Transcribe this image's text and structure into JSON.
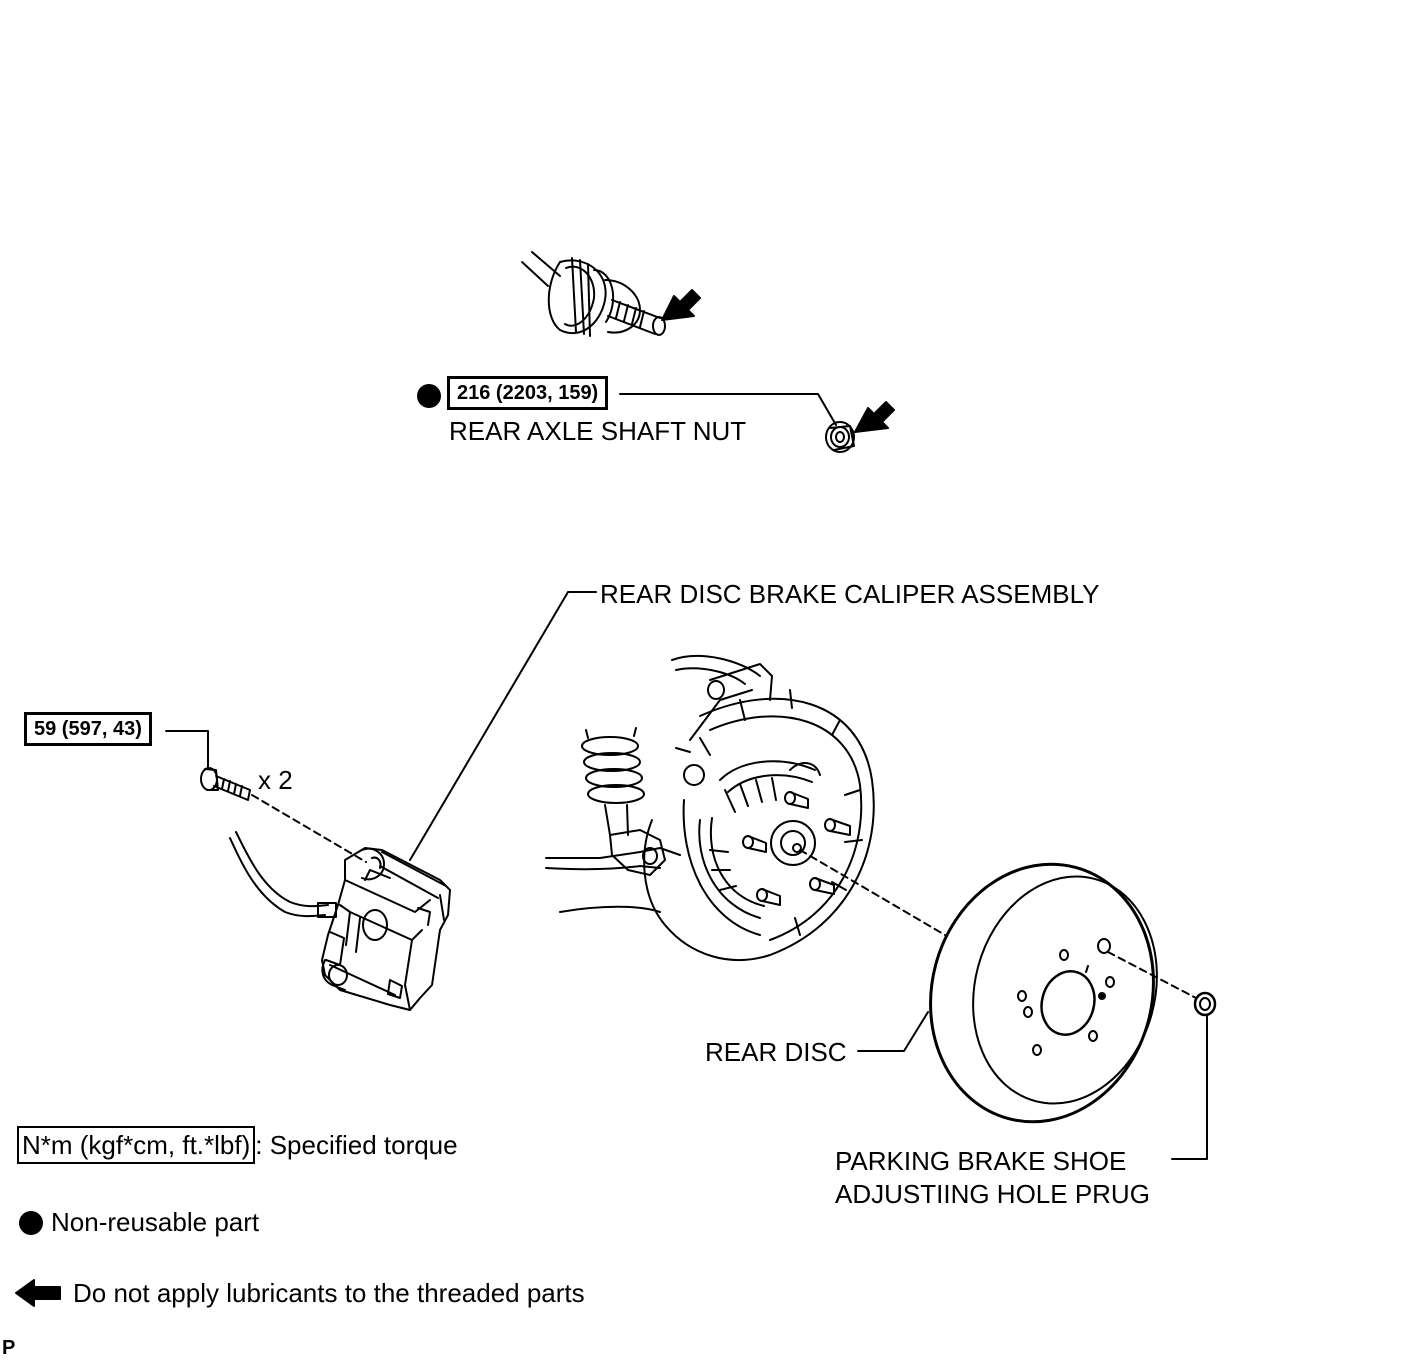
{
  "labels": {
    "axle_nut_torque": "216 (2203, 159)",
    "axle_nut_name": "REAR AXLE SHAFT NUT",
    "caliper_name": "REAR DISC BRAKE CALIPER ASSEMBLY",
    "bolt_torque": "59 (597, 43)",
    "bolt_qty": "x 2",
    "disc_name": "REAR DISC",
    "plug_name_line1": "PARKING BRAKE SHOE",
    "plug_name_line2": "ADJUSTIING HOLE PRUG"
  },
  "legend": {
    "torque_units": "N*m (kgf*cm, ft.*lbf)",
    "torque_desc": ": Specified torque",
    "nonreusable": "Non-reusable part",
    "no_lube": "Do not apply lubricants to the threaded parts"
  },
  "corner_mark": "P"
}
